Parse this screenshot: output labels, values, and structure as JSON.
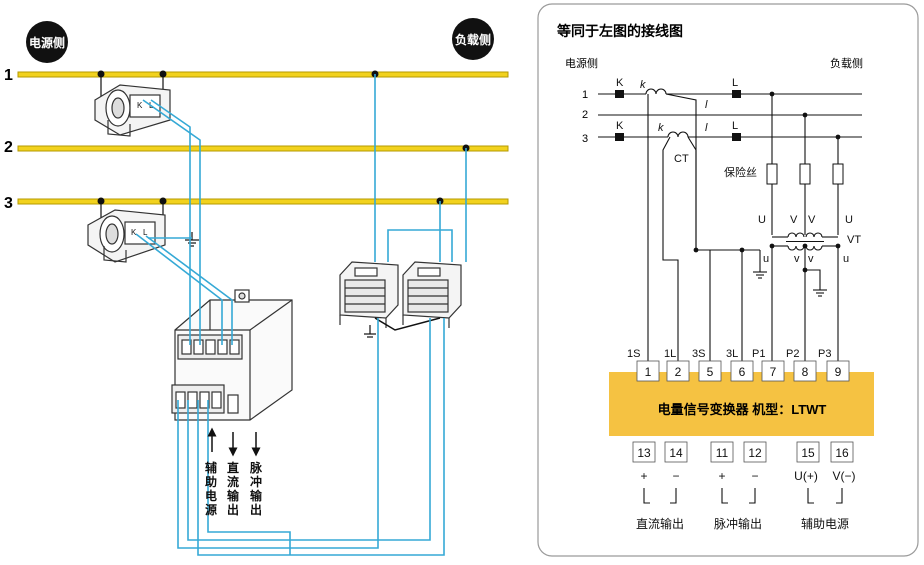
{
  "left": {
    "source_badge": "电源侧",
    "load_badge": "负载侧",
    "line_numbers": [
      "1",
      "2",
      "3"
    ],
    "ct_k": "K",
    "ct_l": "L",
    "vertical_labels": [
      {
        "id": "aux",
        "chars": [
          "辅",
          "助",
          "电",
          "源"
        ]
      },
      {
        "id": "dc",
        "chars": [
          "直",
          "流",
          "输",
          "出"
        ]
      },
      {
        "id": "pulse",
        "chars": [
          "脉",
          "冲",
          "输",
          "出"
        ]
      }
    ]
  },
  "right": {
    "title": "等同于左图的接线图",
    "source_side": "电源侧",
    "load_side": "负载侧",
    "line_numbers": [
      "1",
      "2",
      "3"
    ],
    "K": "K",
    "L": "L",
    "k": "k",
    "l": "l",
    "ct": "CT",
    "fuse": "保险丝",
    "vt": "VT",
    "U": "U",
    "V": "V",
    "u": "u",
    "v": "v",
    "top_terminals": [
      {
        "label": "1S",
        "num": "1"
      },
      {
        "label": "1L",
        "num": "2"
      },
      {
        "label": "3S",
        "num": "5"
      },
      {
        "label": "3L",
        "num": "6"
      },
      {
        "label": "P1",
        "num": "7"
      },
      {
        "label": "P2",
        "num": "8"
      },
      {
        "label": "P3",
        "num": "9"
      }
    ],
    "device_name": "电量信号变换器 机型：LTWT",
    "bottom_terminals": [
      {
        "num": "13",
        "sign": "+"
      },
      {
        "num": "14",
        "sign": "−"
      },
      {
        "num": "11",
        "sign": "+"
      },
      {
        "num": "12",
        "sign": "−"
      },
      {
        "num": "15",
        "sign": "U(+)"
      },
      {
        "num": "16",
        "sign": "V(−)"
      }
    ],
    "groups": [
      "直流输出",
      "脉冲输出",
      "辅助电源"
    ]
  },
  "colors": {
    "busbar": "#f2d21e",
    "busbar_edge": "#b49a00",
    "wire": "#35a9d6",
    "device": "#f5c242",
    "panel_border": "#9a9a9a"
  }
}
